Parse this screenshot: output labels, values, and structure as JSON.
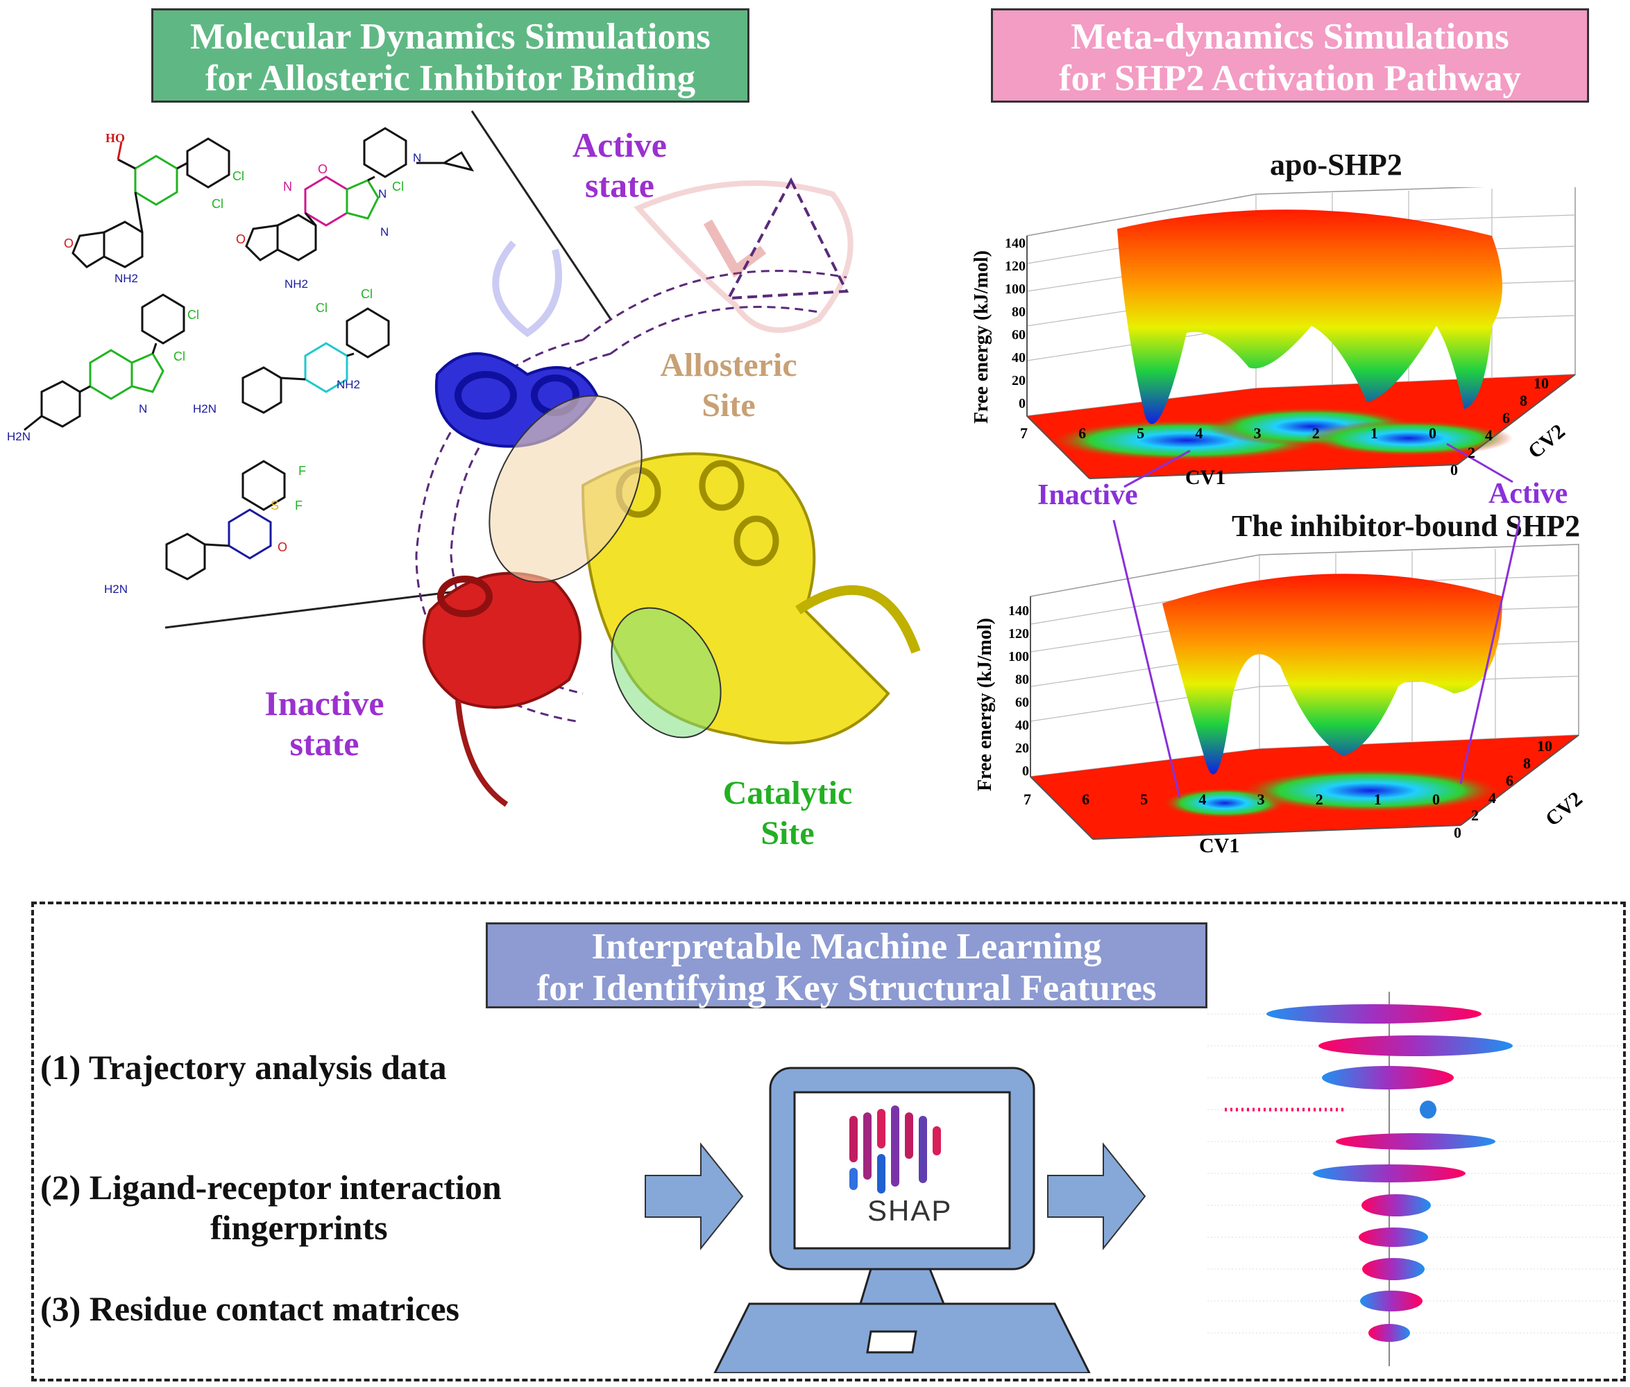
{
  "md_panel": {
    "title_line1": "Molecular Dynamics Simulations",
    "title_line2": "for Allosteric Inhibitor Binding",
    "active_state_line1": "Active",
    "active_state_line2": "state",
    "inactive_state_line1": "Inactive",
    "inactive_state_line2": "state",
    "allosteric_site_line1": "Allosteric",
    "allosteric_site_line2": "Site",
    "catalytic_site_line1": "Catalytic",
    "catalytic_site_line2": "Site",
    "colors": {
      "green_title": "#5fb884",
      "active": "#9b30d0",
      "allosteric": "#c8a074",
      "catalytic": "#22b022",
      "n_domain": "#1a1adb",
      "c_domain": "#d01818",
      "ptp_domain": "#f0e020"
    },
    "mol_labels": {
      "oh": "HO",
      "cl": "Cl",
      "nh2": "NH2",
      "n": "N",
      "o": "O",
      "h": "H",
      "nh": "NH",
      "f": "F",
      "s": "S"
    }
  },
  "meta_panel": {
    "title_line1": "Meta-dynamics Simulations",
    "title_line2": "for SHP2 Activation Pathway",
    "plot1_title": "apo-SHP2",
    "plot2_title": "The inhibitor-bound SHP2",
    "zlabel": "Free energy (kJ/mol)",
    "xlabel": "CV1",
    "ylabel": "CV2",
    "z_ticks": [
      "140",
      "120",
      "100",
      "80",
      "60",
      "40",
      "20",
      "0"
    ],
    "x_ticks": [
      "7",
      "6",
      "5",
      "4",
      "3",
      "2",
      "1",
      "0"
    ],
    "y_ticks": [
      "0",
      "2",
      "4",
      "6",
      "8",
      "10"
    ],
    "inactive_label": "Inactive",
    "active_label": "Active"
  },
  "ml_panel": {
    "title_line1": "Interpretable Machine Learning",
    "title_line2": "for Identifying Key Structural Features",
    "item1": "(1) Trajectory analysis data",
    "item2_line1": "(2) Ligand-receptor interaction",
    "item2_line2": "fingerprints",
    "item3": "(3) Residue contact matrices",
    "shap_label": "SHAP"
  }
}
